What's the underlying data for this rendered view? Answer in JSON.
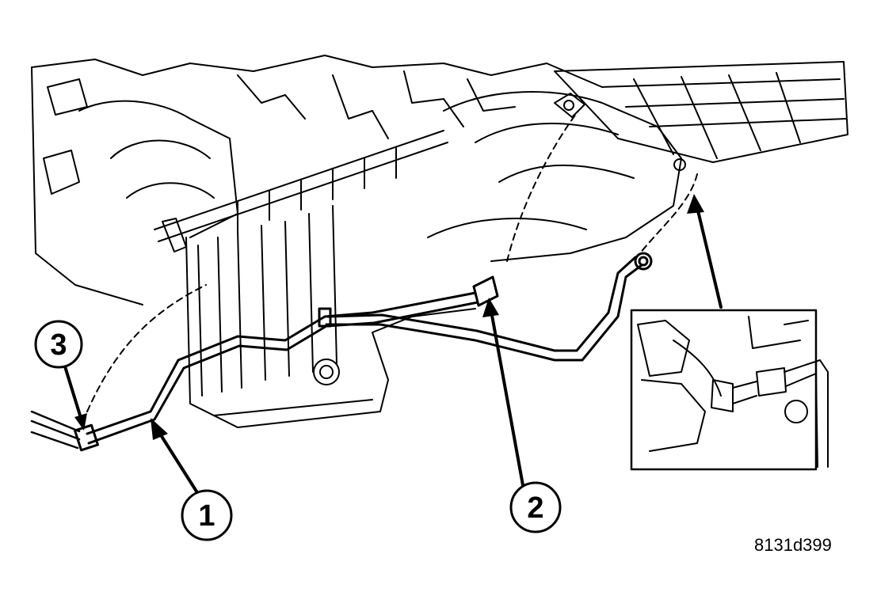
{
  "callouts": [
    {
      "id": 1,
      "label": "1"
    },
    {
      "id": 2,
      "label": "2"
    },
    {
      "id": 3,
      "label": "3"
    }
  ],
  "figure_id": "8131d399",
  "colors": {
    "line": "#000000",
    "background": "#ffffff"
  }
}
